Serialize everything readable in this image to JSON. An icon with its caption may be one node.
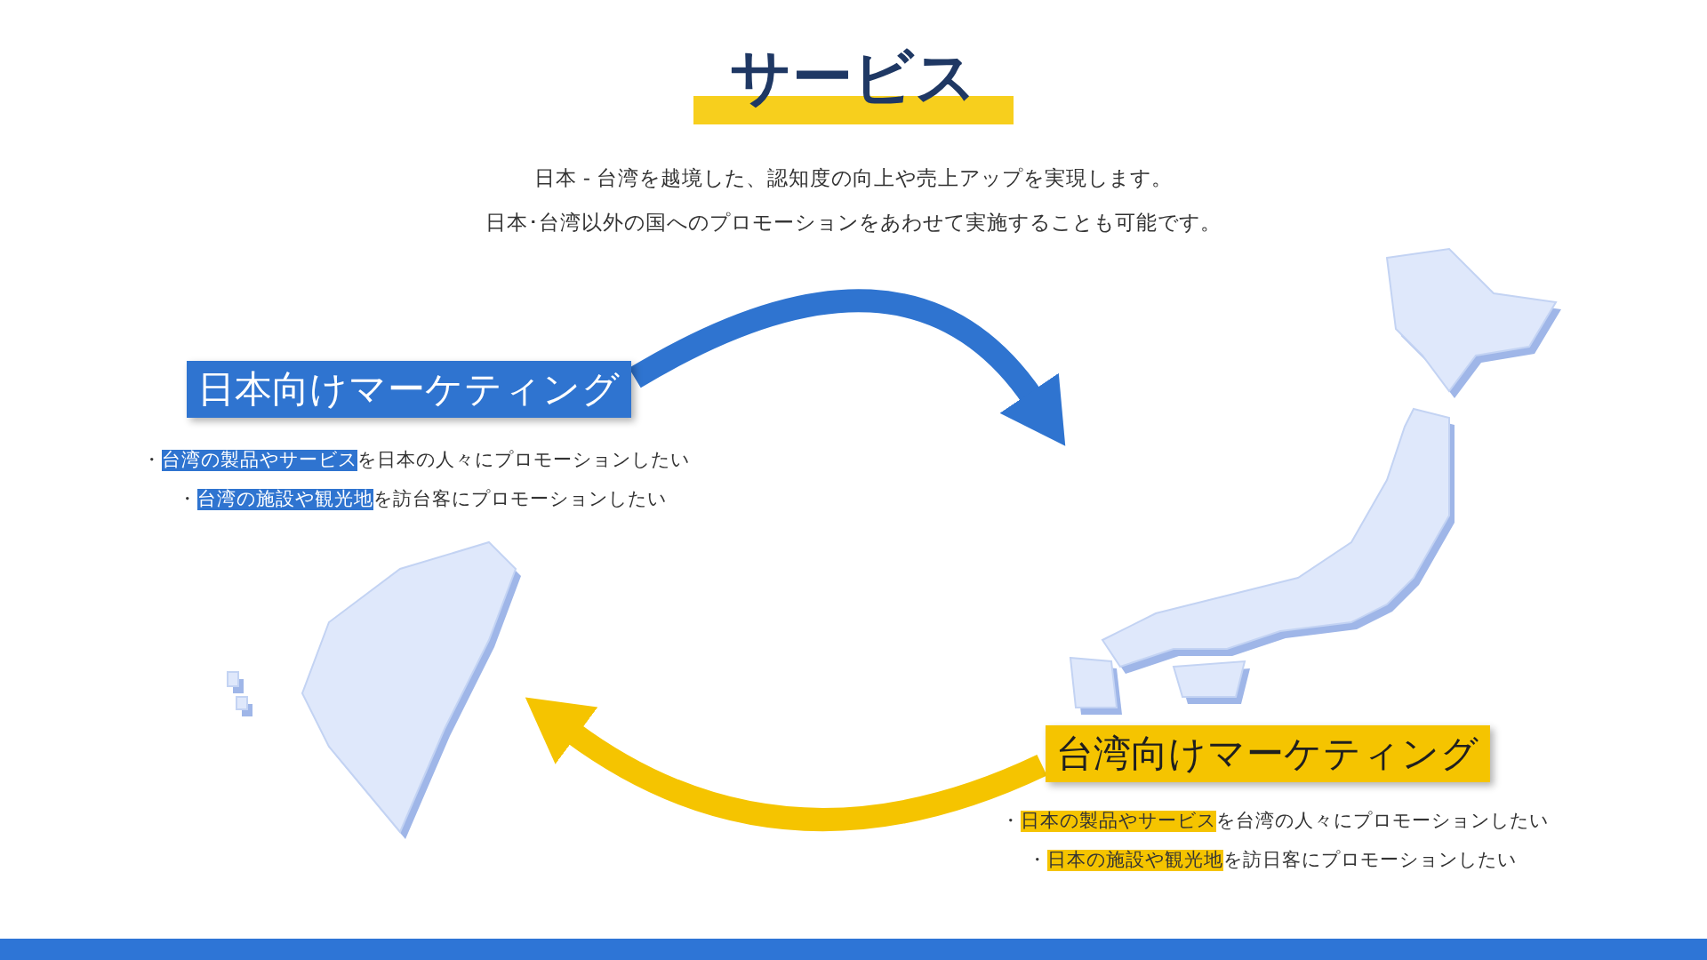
{
  "diagram": {
    "title": "サービス",
    "nodes": [
      {
        "text": [
          "日本向けマーケティング"
        ],
        "beside": [
          "・**台湾の製品やサービス**を日本の人々にプロモーションしたい",
          "・**台湾の施設や観光地**を訪台客にプロモーションしたい"
        ]
      },
      {
        "text": [
          "台湾向けマーケティング"
        ],
        "beside": [
          "・**日本の製品やサービス**を台湾の人々にプロモーションしたい",
          "・**日本の施設や観光地**を訪日客にプロモーションしたい"
        ]
      },
      {
        "text": [],
        "shape": "picture"
      },
      {
        "text": [],
        "shape": "picture"
      }
    ],
    "edges": [
      {
        "from": 0,
        "to": 3,
        "arrow": "to",
        "color": "#2f74d0"
      },
      {
        "from": 1,
        "to": 2,
        "arrow": "to",
        "color": "#f5c400"
      }
    ],
    "labels": [
      "日本 - 台湾を越境した、認知度の向上や売上アップを実現します。",
      "日本･台湾以外の国へのプロモーションをあわせて実施することも可能です。"
    ]
  }
}
